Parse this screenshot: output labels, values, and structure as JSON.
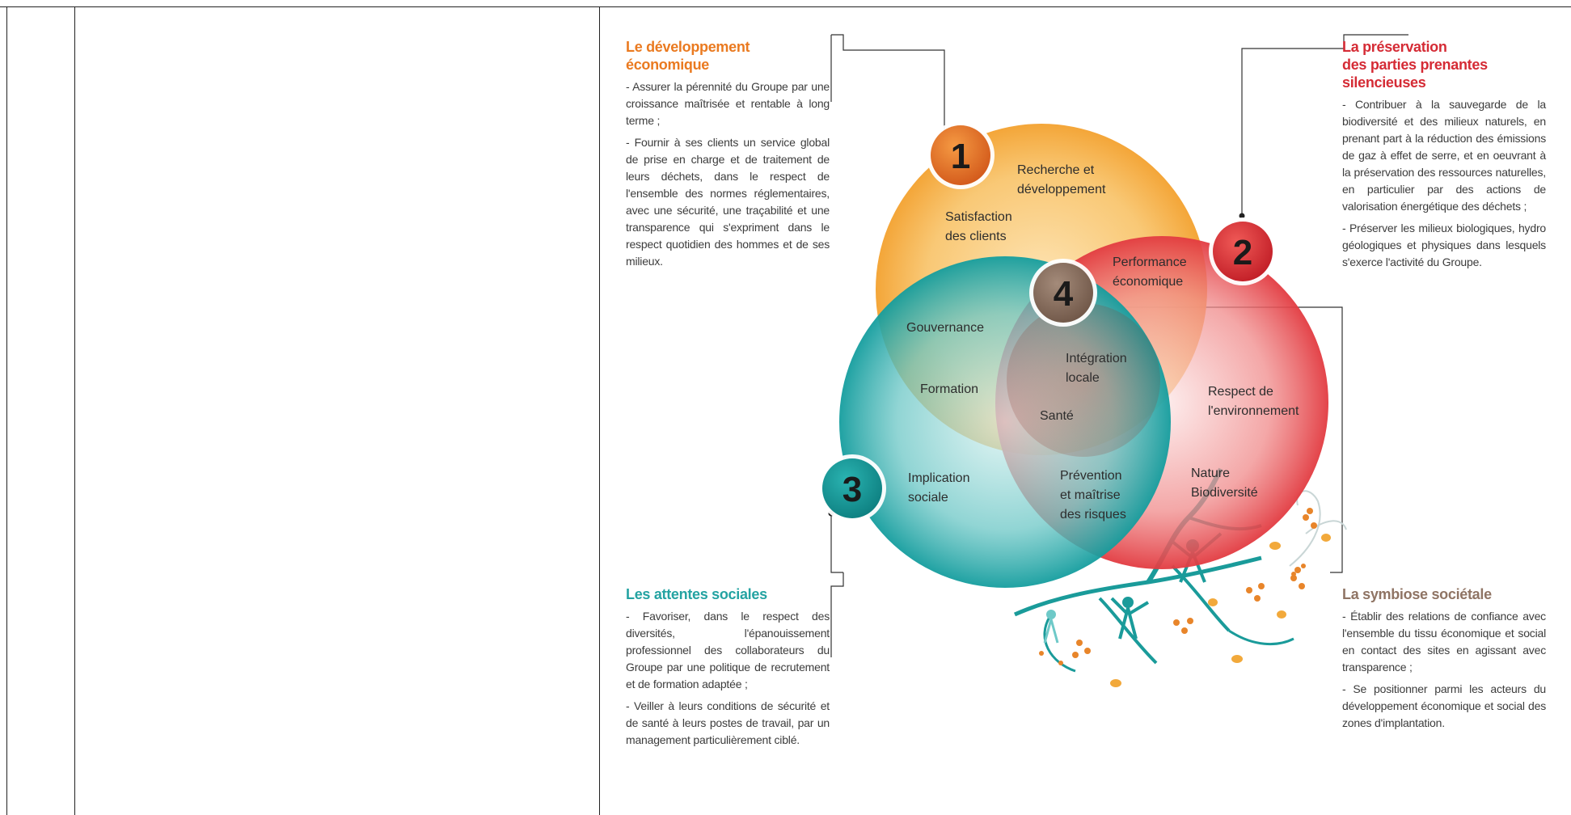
{
  "sections": [
    {
      "id": "economic",
      "number": "1",
      "title_lines": [
        "Le développement",
        "économique"
      ],
      "paragraphs": [
        "- Assurer la pérennité du Groupe par une croissance maîtrisée et rentable à long terme ;",
        "- Fournir à ses clients un service global de prise en charge et de traitement de leurs déchets, dans le respect de l'ensemble des normes réglementaires, avec une sécurité, une traçabilité et une transparence qui s'expriment dans le respect quotidien des hommes et de ses milieux."
      ]
    },
    {
      "id": "preservation",
      "number": "2",
      "title_lines": [
        "La préservation",
        "des parties prenantes",
        "silencieuses"
      ],
      "paragraphs": [
        "- Contribuer à la sauvegarde de la biodiversité et des milieux naturels, en prenant part à la réduction des émissions de gaz à effet de serre, et en oeuvrant à la préservation des ressources naturelles, en particulier par des actions de valorisation énergétique des déchets ;",
        "- Préserver les milieux biologiques, hydro géologiques et physiques dans lesquels s'exerce l'activité du Groupe."
      ]
    },
    {
      "id": "social",
      "number": "3",
      "title_lines": [
        "Les attentes sociales"
      ],
      "paragraphs": [
        "- Favoriser, dans le respect des diversités, l'épanouissement professionnel des collaborateurs du Groupe par une politique de recrutement et de formation adaptée ;",
        "- Veiller à leurs conditions de sécurité et de santé à leurs postes de travail, par un management particulièrement ciblé."
      ]
    },
    {
      "id": "symbiosis",
      "number": "4",
      "title_lines": [
        "La symbiose sociétale"
      ],
      "paragraphs": [
        "- Établir des relations de confiance avec l'ensemble du tissu économique et social en contact des sites en agissant avec transparence ;",
        "- Se positionner parmi les acteurs du développement économique et social des zones d'implantation."
      ]
    }
  ],
  "diagram_labels": {
    "recherche": [
      "Recherche et",
      "développement"
    ],
    "satisfaction": [
      "Satisfaction",
      "des clients"
    ],
    "performance": [
      "Performance",
      "économique"
    ],
    "gouvernance": [
      "Gouvernance"
    ],
    "integration": [
      "Intégration",
      "locale"
    ],
    "formation": [
      "Formation"
    ],
    "respect": [
      "Respect de",
      "l'environnement"
    ],
    "sante": [
      "Santé"
    ],
    "implication": [
      "Implication",
      "sociale"
    ],
    "prevention": [
      "Prévention",
      "et maîtrise",
      "des risques"
    ],
    "nature": [
      "Nature",
      "Biodiversité"
    ]
  },
  "colors": {
    "orange": "#f5a623",
    "red": "#e5393f",
    "teal": "#1ba3a5",
    "brown": "#8f7464",
    "title_orange": "#ea7a20",
    "title_red": "#d52b35",
    "title_teal": "#24a3a2",
    "title_brown": "#8f7464"
  }
}
